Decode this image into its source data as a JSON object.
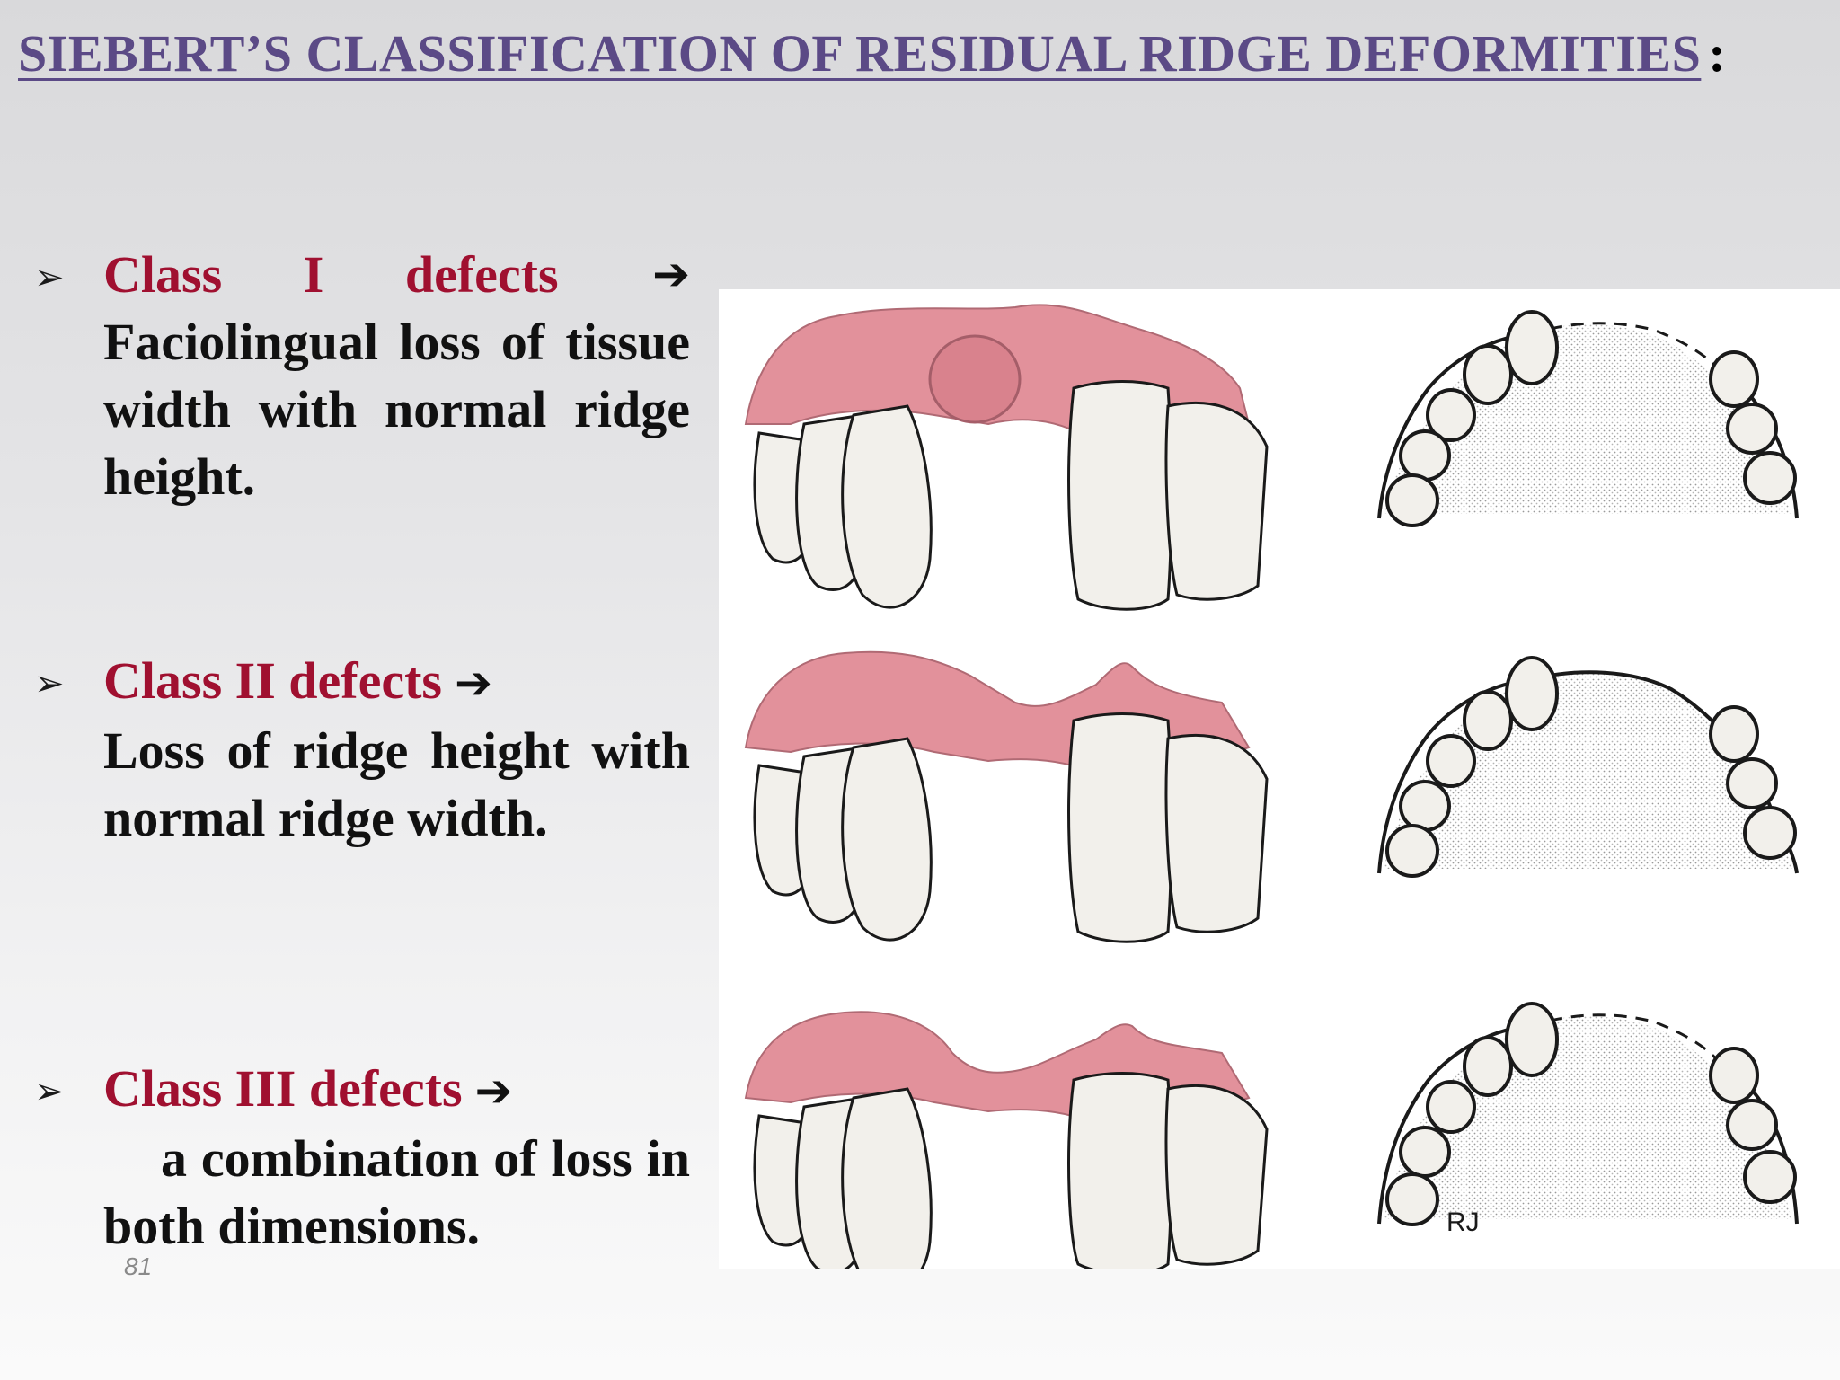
{
  "slide": {
    "title": "SIEBERT’S CLASSIFICATION OF RESIDUAL RIDGE DEFORMITIES",
    "title_suffix": ":",
    "page_number": "81"
  },
  "classes": [
    {
      "bullet": "➢",
      "head_words": [
        "Class",
        "I",
        "defects"
      ],
      "arrow": "➔",
      "description": "Faciolingual loss of tissue width with normal ridge height."
    },
    {
      "bullet": "➢",
      "heading": "Class II defects",
      "arrow": "➔",
      "description": "Loss of ridge height with normal ridge width."
    },
    {
      "bullet": "➢",
      "heading": "Class III defects",
      "arrow": "➔",
      "description": "a combination of loss in both dimensions."
    }
  ],
  "figure": {
    "illustrator_initials": "RJ",
    "colors": {
      "gingiva": "#e2919b",
      "tooth": "#f2f0eb",
      "outline": "#1a1a1a",
      "palate_stipple": "#9a9a9a"
    }
  },
  "colors": {
    "title": "#5b4a86",
    "class_heading": "#a01030",
    "body_text": "#111111"
  }
}
